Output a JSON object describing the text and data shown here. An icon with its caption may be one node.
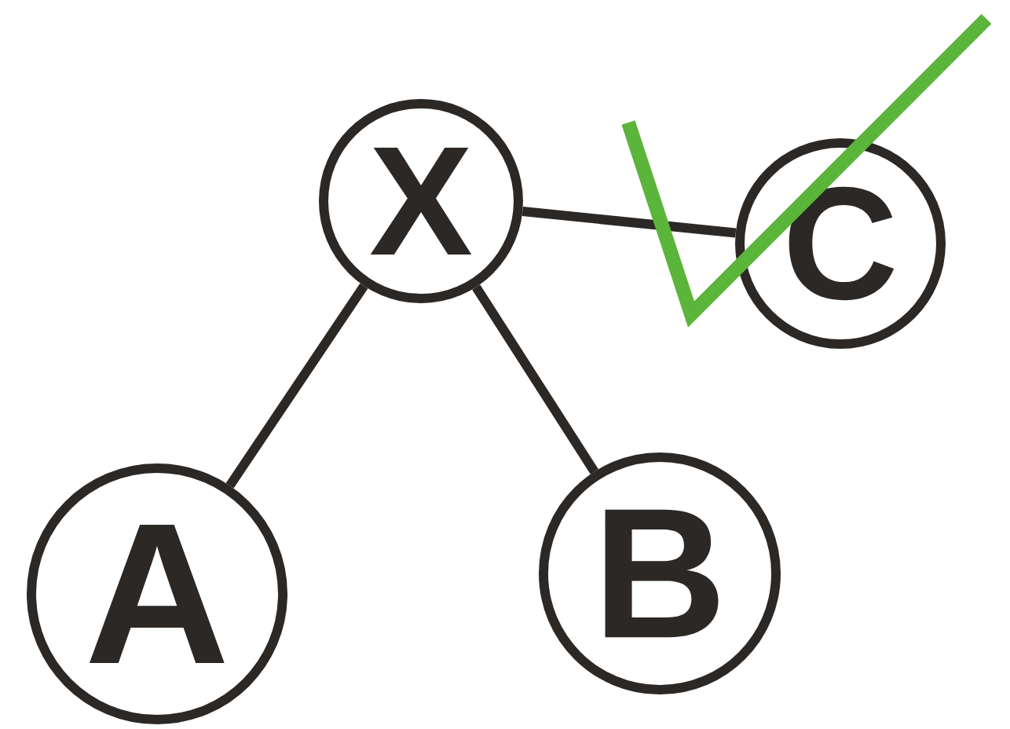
{
  "diagram": {
    "nodes": [
      {
        "text": [
          "X"
        ]
      },
      {
        "text": [
          "C"
        ]
      },
      {
        "text": [
          "A"
        ]
      },
      {
        "text": [
          "B"
        ]
      }
    ],
    "edges": [
      {
        "from": 0,
        "to": 1,
        "arrow": "none"
      },
      {
        "from": 0,
        "to": 2,
        "arrow": "none"
      },
      {
        "from": 0,
        "to": 3,
        "arrow": "none"
      }
    ]
  }
}
